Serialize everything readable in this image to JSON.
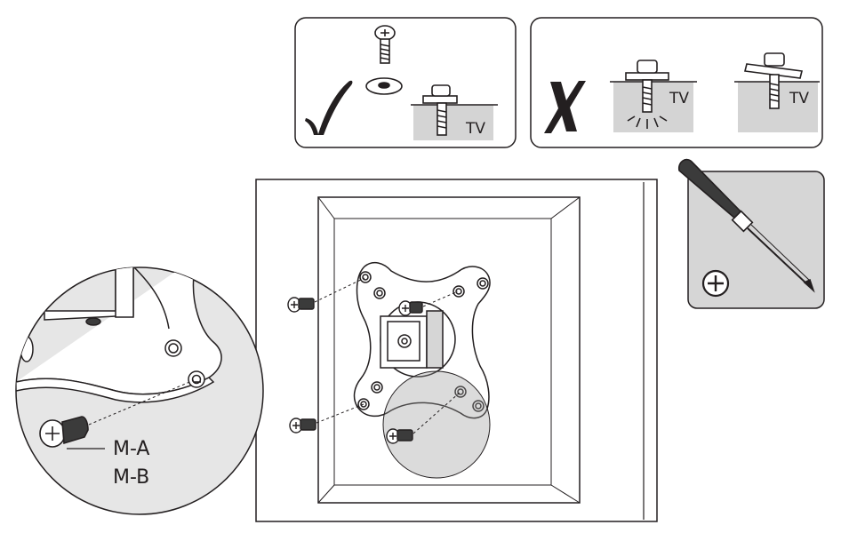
{
  "panels": {
    "correct": {
      "mark": "✓",
      "tv_label": "TV",
      "icon": "checkmark-icon"
    },
    "incorrect": {
      "mark": "✗",
      "tv_label_1": "TV",
      "tv_label_2": "TV",
      "icon": "cross-icon"
    }
  },
  "tool": {
    "icon": "phillips-screwdriver-icon",
    "symbol": "⊕"
  },
  "callout": {
    "label_a": "M-A",
    "label_b": "M-B"
  },
  "colors": {
    "line": "#231f20",
    "panel_fill": "#d6d6d6",
    "zoom_fill": "#e6e6e6",
    "tv_fill": "#d4d4d4"
  }
}
